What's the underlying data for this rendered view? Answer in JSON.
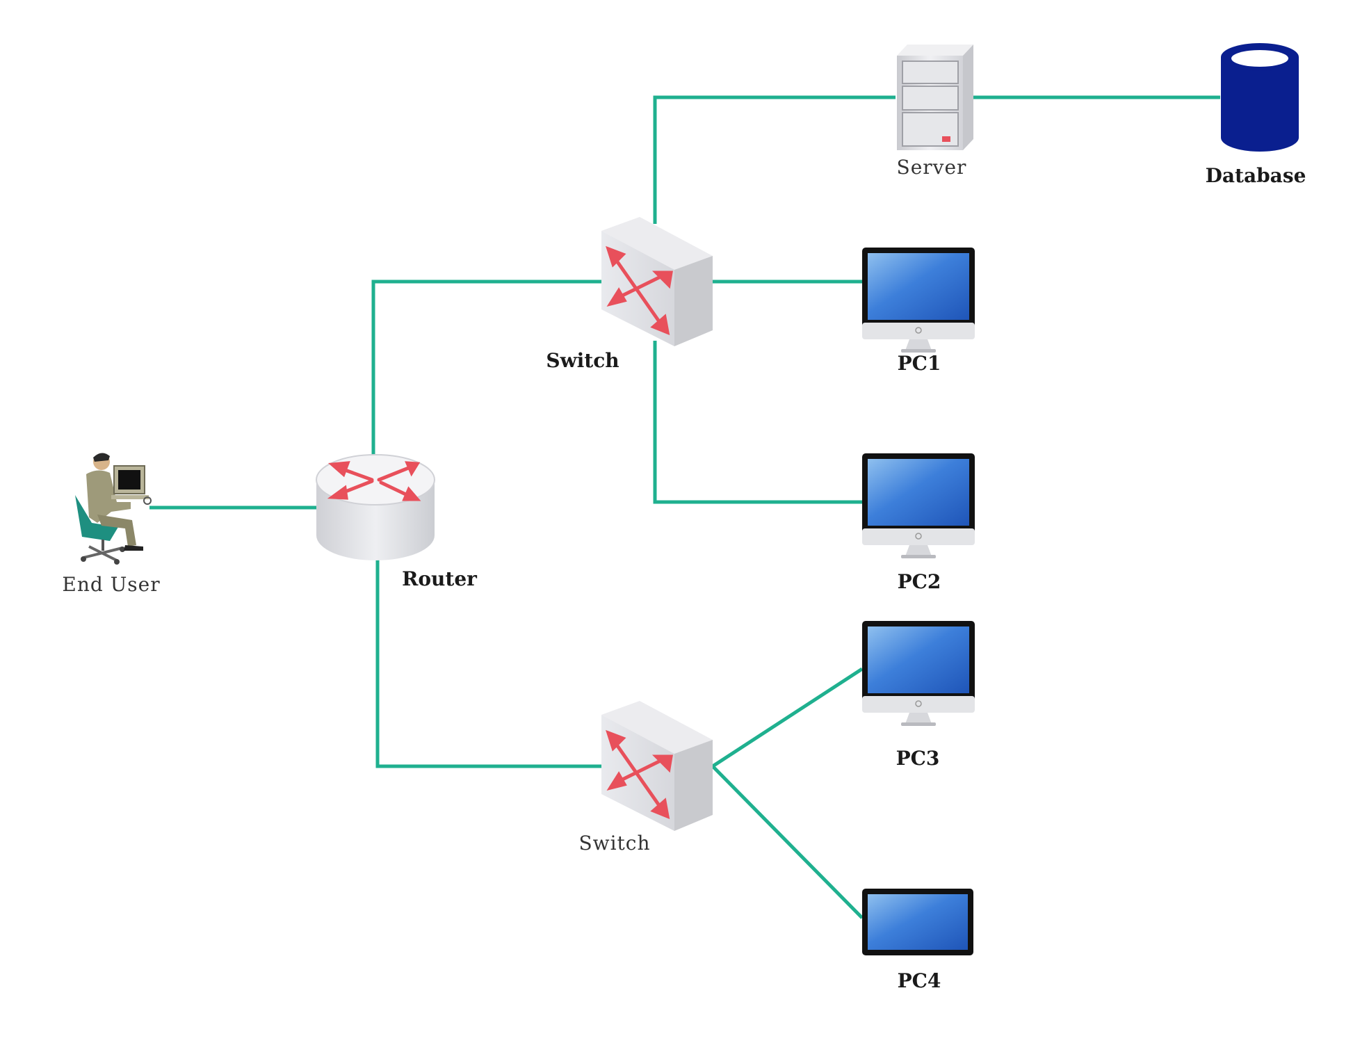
{
  "diagram": {
    "colors": {
      "link": "#1fb08f",
      "arrow": "#e8505b",
      "device_gray": "#d9dadf",
      "screen_blue": "#2f6fd0",
      "database": "#0a1f8f"
    },
    "nodes": {
      "end_user": {
        "label": "End User",
        "icon": "person-at-computer-icon"
      },
      "router": {
        "label": "Router",
        "icon": "router-icon"
      },
      "switch_top": {
        "label": "Switch",
        "icon": "switch-icon"
      },
      "switch_bottom": {
        "label": "Switch",
        "icon": "switch-icon"
      },
      "server": {
        "label": "Server",
        "icon": "server-icon"
      },
      "database": {
        "label": "Database",
        "icon": "database-icon"
      },
      "pc1": {
        "label": "PC1",
        "icon": "monitor-icon"
      },
      "pc2": {
        "label": "PC2",
        "icon": "monitor-icon"
      },
      "pc3": {
        "label": "PC3",
        "icon": "monitor-icon"
      },
      "pc4": {
        "label": "PC4",
        "icon": "laptop-screen-icon"
      }
    },
    "edges": [
      {
        "from": "End User",
        "to": "Router"
      },
      {
        "from": "Router",
        "to": "Switch (top)"
      },
      {
        "from": "Router",
        "to": "Switch (bottom)"
      },
      {
        "from": "Switch (top)",
        "to": "Server"
      },
      {
        "from": "Server",
        "to": "Database"
      },
      {
        "from": "Switch (top)",
        "to": "PC1"
      },
      {
        "from": "Switch (top)",
        "to": "PC2"
      },
      {
        "from": "Switch (bottom)",
        "to": "PC3"
      },
      {
        "from": "Switch (bottom)",
        "to": "PC4"
      }
    ]
  }
}
